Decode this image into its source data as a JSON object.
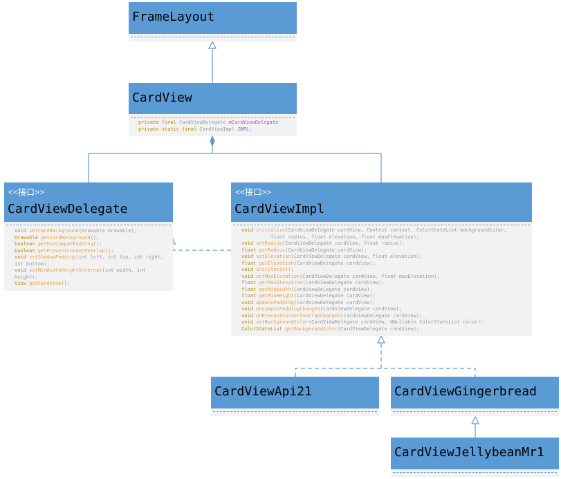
{
  "classes": {
    "frameLayout": {
      "name": "FrameLayout"
    },
    "cardView": {
      "name": "CardView",
      "fields": [
        {
          "prefix": "private final ",
          "type": "CardViewDelegate ",
          "name": "mCardViewDelegate"
        },
        {
          "prefix": "private static final ",
          "type": "CardViewImpl ",
          "name": "IMPL",
          "suffix": ";"
        }
      ]
    },
    "cardViewDelegate": {
      "stereotype": "<<接口>>",
      "name": "CardViewDelegate",
      "methods": [
        {
          "ret": "void ",
          "name": "setCardBackground",
          "args": "(Drawable drawable);"
        },
        {
          "ret": "Drawable ",
          "name": "getCardBackground",
          "args": "();"
        },
        {
          "ret": "boolean ",
          "name": "getUseCompatPadding",
          "args": "();"
        },
        {
          "ret": "boolean ",
          "name": "getPreventCornerOverlap",
          "args": "();"
        },
        {
          "ret": "void ",
          "name": "setShadowPadding",
          "args": "(int left, int top, int right,"
        },
        {
          "ret": "",
          "name": "",
          "args": "int bottom);"
        },
        {
          "ret": "void ",
          "name": "setMinWidthHeightInternal",
          "args": "(int width, int"
        },
        {
          "ret": "",
          "name": "",
          "args": "height);"
        },
        {
          "ret": "View ",
          "name": "getCardView",
          "args": "();"
        }
      ]
    },
    "cardViewImpl": {
      "stereotype": "<<接口>>",
      "name": "CardViewImpl",
      "methods": [
        {
          "ret": "void ",
          "name": "initialize",
          "args": "(CardViewDelegate cardView, Context context, ColorStateList backgroundColor,"
        },
        {
          "ret": "",
          "name": "",
          "args": "          float radius, float elevation, float maxElevation);"
        },
        {
          "ret": "void ",
          "name": "setRadius",
          "args": "(CardViewDelegate cardView, float radius);"
        },
        {
          "ret": "float ",
          "name": "getRadius",
          "args": "(CardViewDelegate cardView);"
        },
        {
          "ret": "void ",
          "name": "setElevation",
          "args": "(CardViewDelegate cardView, float elevation);"
        },
        {
          "ret": "float ",
          "name": "getElevation",
          "args": "(CardViewDelegate cardView);"
        },
        {
          "ret": "void ",
          "name": "initStatic",
          "args": "();"
        },
        {
          "ret": "void ",
          "name": "setMaxElevation",
          "args": "(CardViewDelegate cardView, float maxElevation);"
        },
        {
          "ret": "float ",
          "name": "getMaxElevation",
          "args": "(CardViewDelegate cardView);"
        },
        {
          "ret": "float ",
          "name": "getMinWidth",
          "args": "(CardViewDelegate cardView);"
        },
        {
          "ret": "float ",
          "name": "getMinHeight",
          "args": "(CardViewDelegate cardView);"
        },
        {
          "ret": "void ",
          "name": "updatePadding",
          "args": "(CardViewDelegate cardView);"
        },
        {
          "ret": "void ",
          "name": "onCompatPaddingChanged",
          "args": "(CardViewDelegate cardView);"
        },
        {
          "ret": "void ",
          "name": "onPreventCornerOverlapChanged",
          "args": "(CardViewDelegate cardView);"
        },
        {
          "ret": "void ",
          "name": "setBackgroundColor",
          "args": "(CardViewDelegate cardView, @Nullable ColorStateList color);"
        },
        {
          "ret": "ColorStateList ",
          "name": "getBackgroundColor",
          "args": "(CardViewDelegate cardView);"
        }
      ]
    },
    "cardViewApi21": {
      "name": "CardViewApi21"
    },
    "cardViewGingerbread": {
      "name": "CardViewGingerbread"
    },
    "cardViewJellybeanMr1": {
      "name": "CardViewJellybeanMr1"
    }
  },
  "colors": {
    "header": "#5b9bd5",
    "body": "#f2f2f2",
    "edge": "#5b9bd5"
  }
}
